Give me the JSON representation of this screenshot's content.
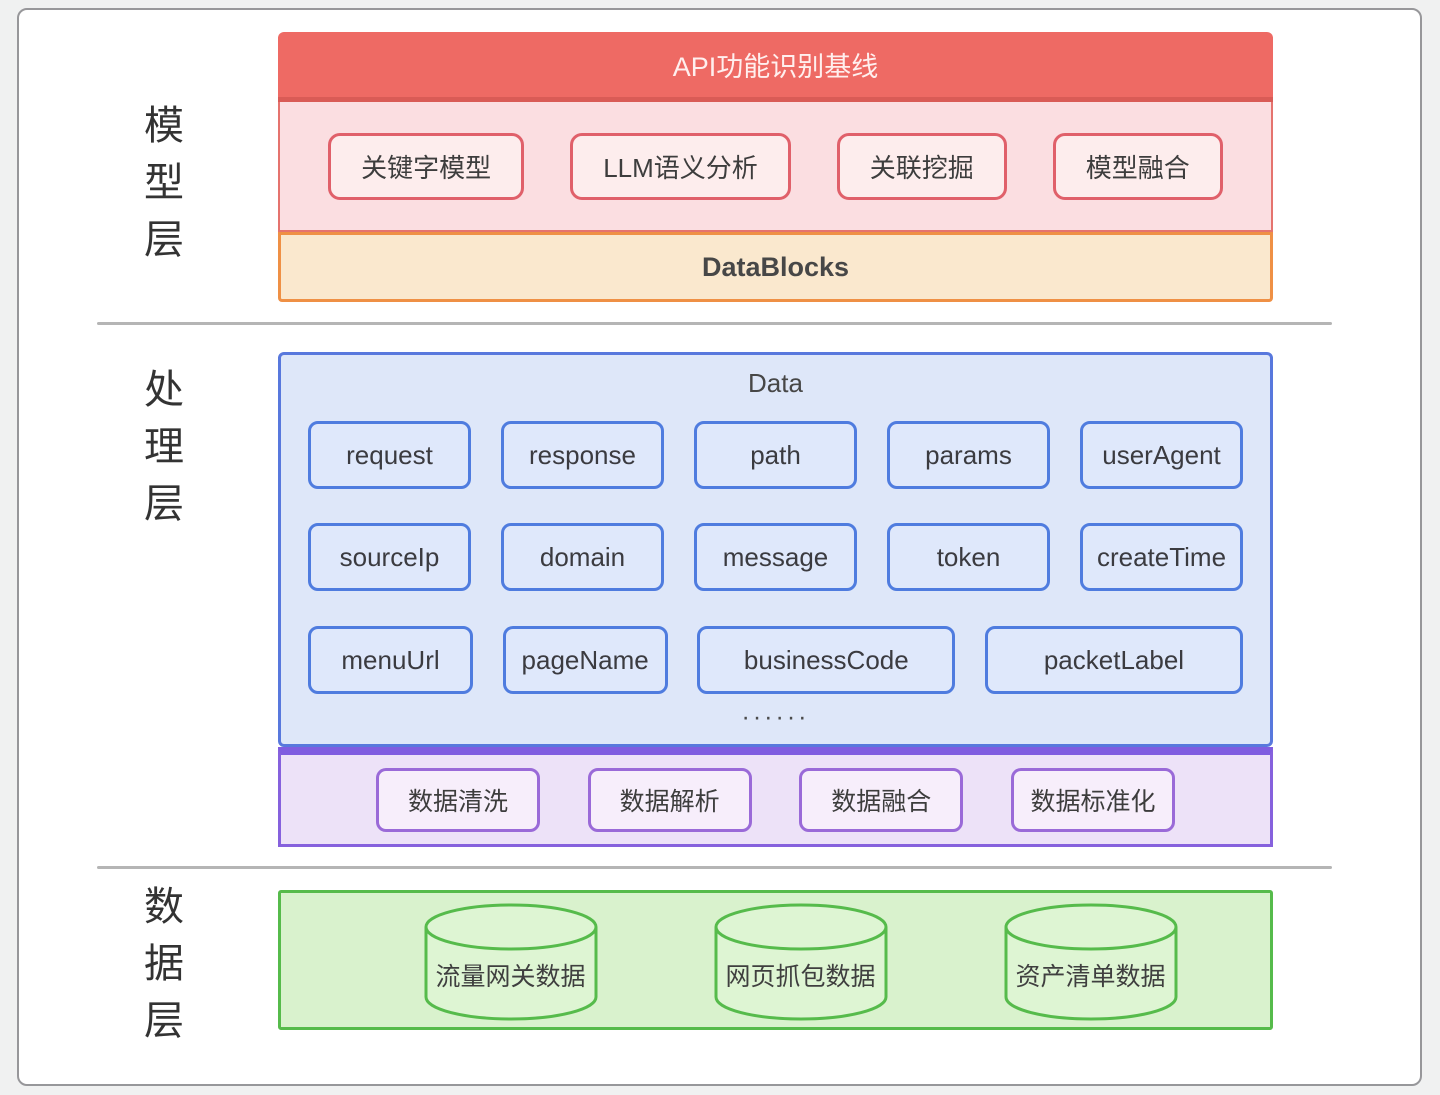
{
  "model_layer": {
    "label": "模型层",
    "header": "API功能识别基线",
    "models": [
      "关键字模型",
      "LLM语义分析",
      "关联挖掘",
      "模型融合"
    ],
    "datablocks": "DataBlocks"
  },
  "processing_layer": {
    "label": "处理层",
    "data_title": "Data",
    "fields_row1": [
      "request",
      "response",
      "path",
      "params",
      "userAgent"
    ],
    "fields_row2": [
      "sourceIp",
      "domain",
      "message",
      "token",
      "createTime"
    ],
    "fields_row3": [
      "menuUrl",
      "pageName",
      "businessCode",
      "packetLabel"
    ],
    "ellipsis": "······",
    "steps": [
      "数据清洗",
      "数据解析",
      "数据融合",
      "数据标准化"
    ]
  },
  "data_layer": {
    "label": "数据层",
    "sources": [
      "流量网关数据",
      "网页抓包数据",
      "资产清单数据"
    ]
  },
  "colors": {
    "red_header_bg": "#ee6a64",
    "pink_panel_bg": "#fbdee1",
    "orange_bar_bg": "#fae8ce",
    "orange_border": "#ef9045",
    "blue_panel_bg": "#dee7f9",
    "blue_border": "#5878dd",
    "purple_band": "#7f5ce0",
    "purple_panel_bg": "#ede2f8",
    "green_panel_bg": "#d9f2cd",
    "green_border": "#56bb4b"
  }
}
